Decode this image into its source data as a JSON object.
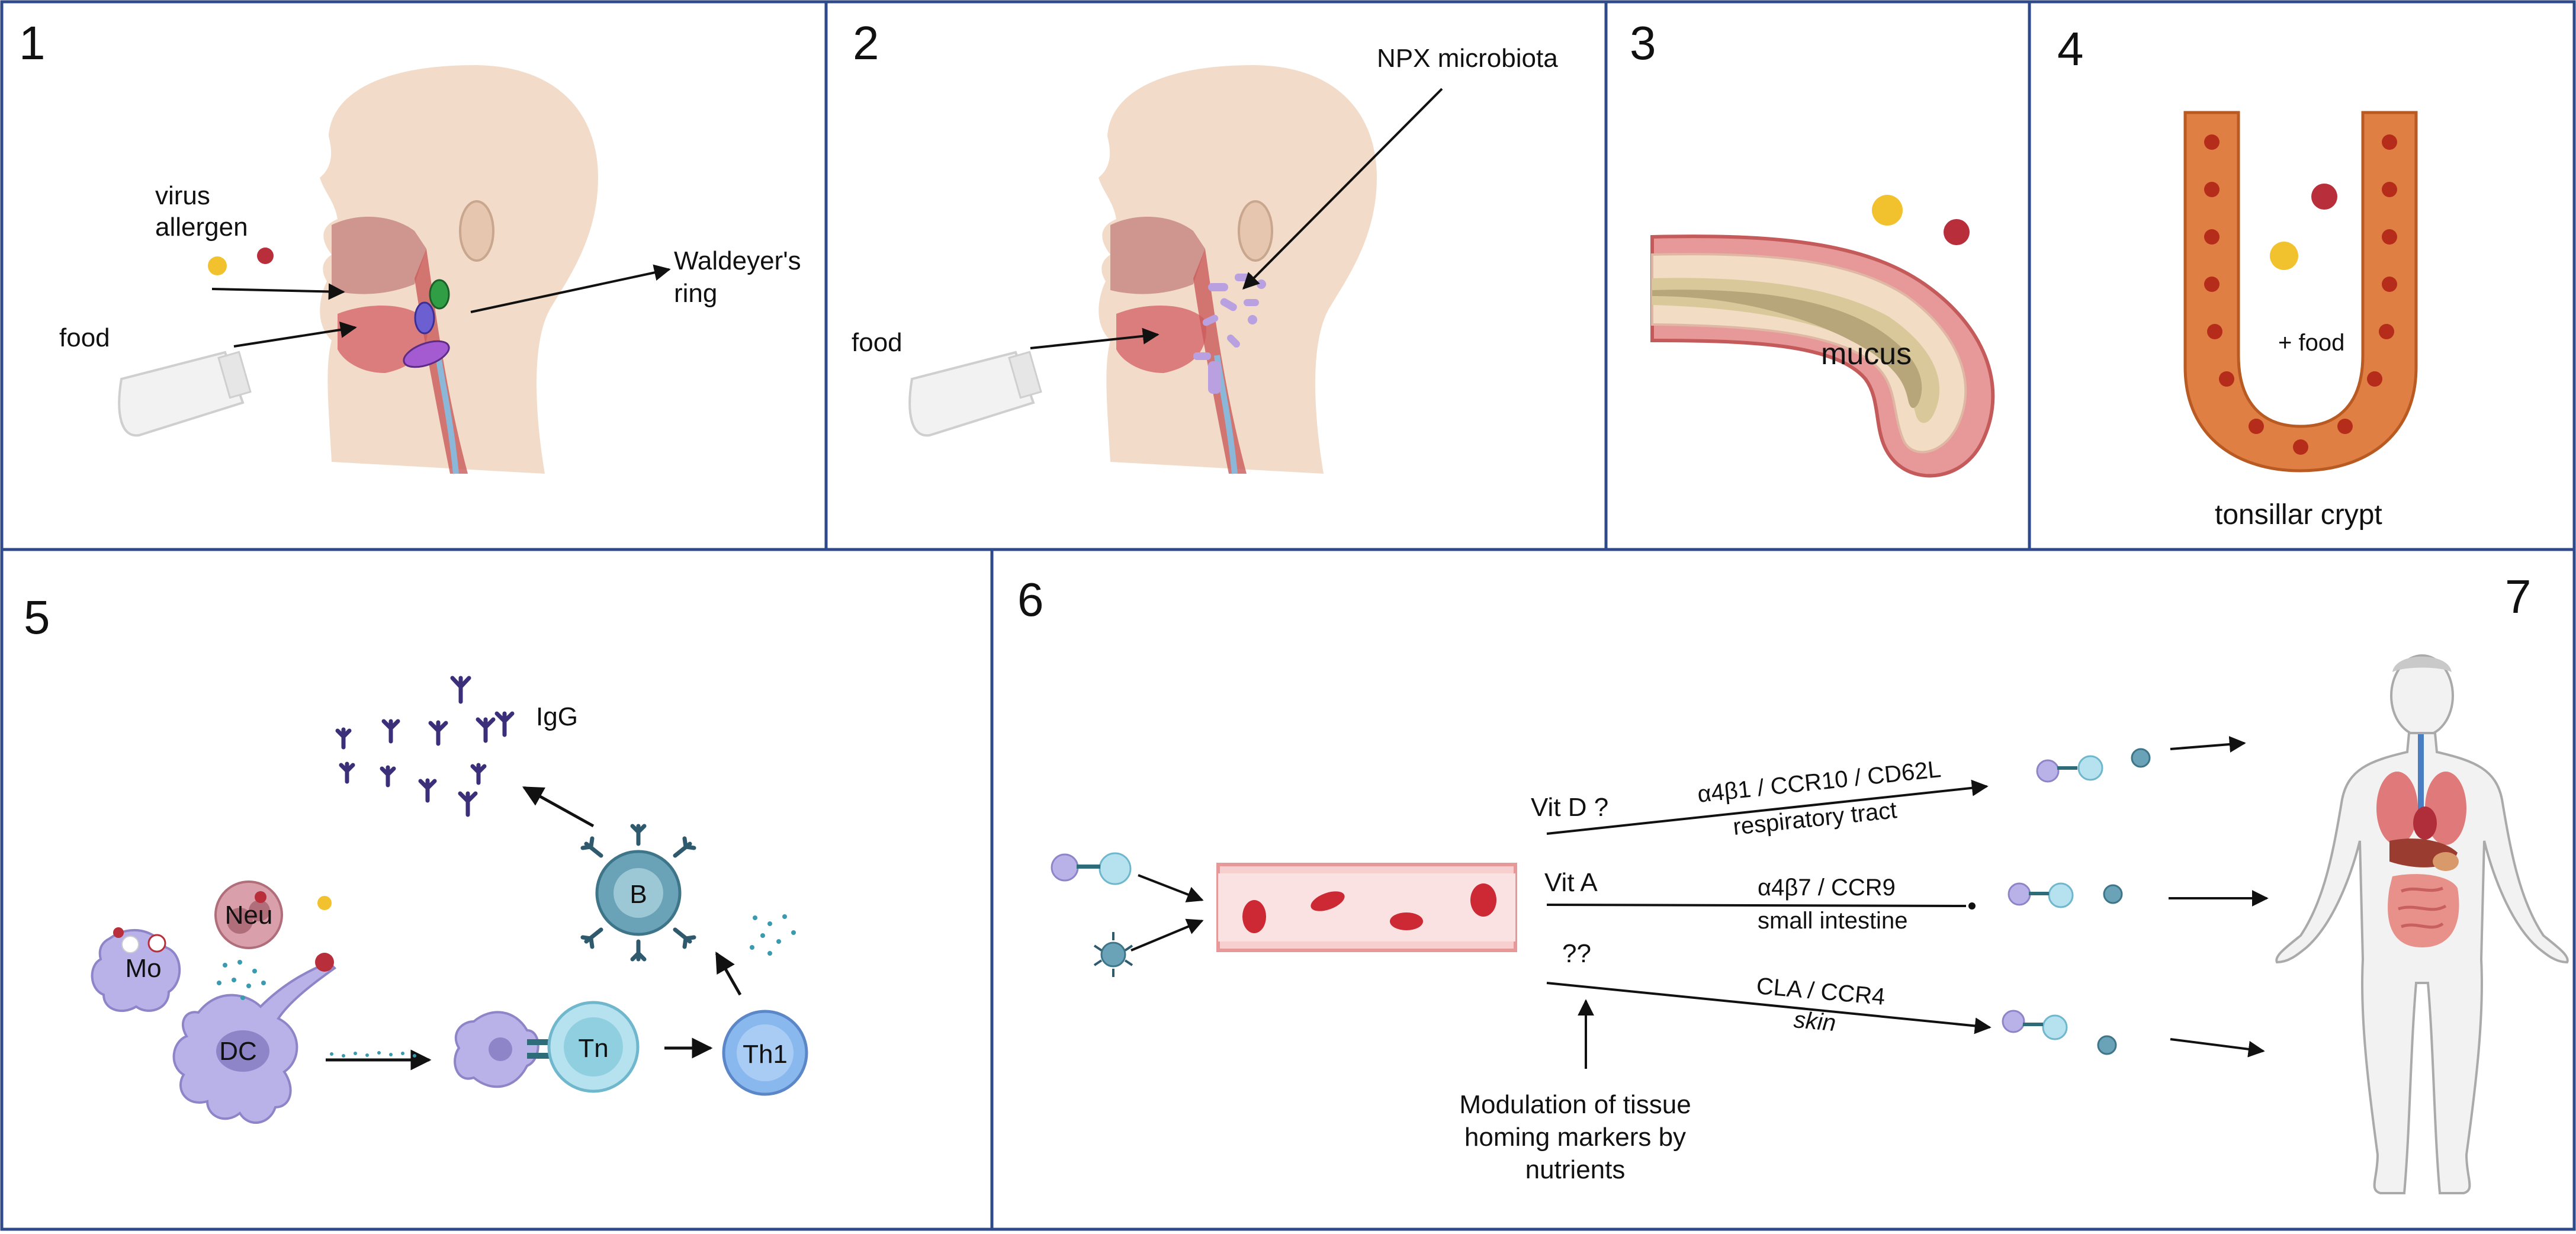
{
  "panels": [
    {
      "number": "1",
      "labels": {
        "virus": "virus",
        "allergen": "allergen",
        "food": "food",
        "ring_line1": "Waldeyer's",
        "ring_line2": "ring"
      }
    },
    {
      "number": "2",
      "labels": {
        "microbiota": "NPX microbiota",
        "food": "food"
      }
    },
    {
      "number": "3",
      "labels": {
        "mucus": "mucus"
      }
    },
    {
      "number": "4",
      "labels": {
        "food": "+ food",
        "crypt": "tonsillar crypt"
      }
    },
    {
      "number": "5",
      "labels": {
        "igg": "IgG",
        "neu": "Neu",
        "mo": "Mo",
        "dc": "DC",
        "b": "B",
        "tn": "Tn",
        "th1": "Th1"
      }
    },
    {
      "number": "6",
      "labels": {
        "vitd": "Vit D ?",
        "vita": "Vit A",
        "unknown": "??",
        "route1_markers": "α4β1 / CCR10 / CD62L",
        "route1_site": "respiratory tract",
        "route2_markers": "α4β7 / CCR9",
        "route2_site": "small intestine",
        "route3_markers": "CLA / CCR4",
        "route3_site": "skin",
        "modulation_line1": "Modulation of tissue",
        "modulation_line2": "homing markers by",
        "modulation_line3": "nutrients"
      }
    },
    {
      "number": "7"
    }
  ],
  "colors": {
    "border": "#2f4a8a",
    "head": "#f2dcc9",
    "tissue": "#d9897c",
    "crypt": "#e07f44",
    "vessel": "#f2b7b4",
    "rbc": "#cc2935",
    "virus": "#b82e3a",
    "allergen": "#f2c22e",
    "bcell": "#6aa2b8",
    "tcell": "#89b8ee",
    "dc": "#b9b2e8"
  }
}
